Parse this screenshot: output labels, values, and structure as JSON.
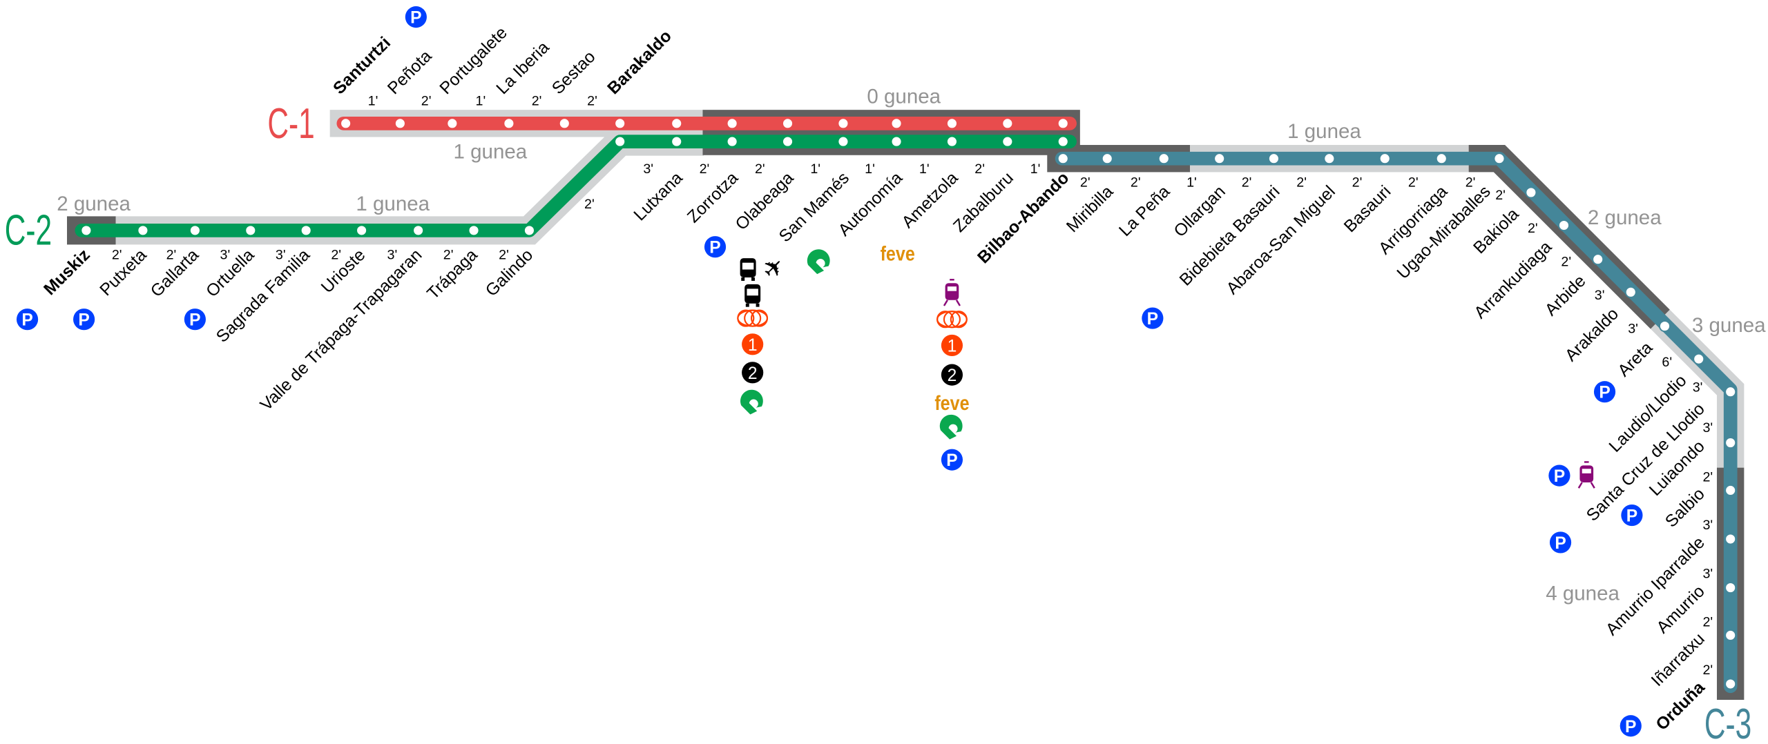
{
  "lines": {
    "c1": {
      "label": "C-1",
      "color": "#e84c4d"
    },
    "c2": {
      "label": "C-2",
      "color": "#009b58"
    },
    "c3": {
      "label": "C-3",
      "color": "#448699"
    }
  },
  "band_colors": {
    "zone_light": "#d1d3d4",
    "zone_dark": "#606060"
  },
  "zones": [
    "0 gunea",
    "1 gunea",
    "2 gunea",
    "1 gunea",
    "1 gunea",
    "2 gunea",
    "3 gunea",
    "4 gunea"
  ],
  "stations": {
    "c1": [
      {
        "name": "Santurtzi",
        "bold": true,
        "icons": [
          "parking"
        ]
      },
      {
        "name": "Peñota",
        "bold": false,
        "icons": []
      },
      {
        "name": "Portugalete",
        "bold": false,
        "icons": []
      },
      {
        "name": "La Iberia",
        "bold": false,
        "icons": []
      },
      {
        "name": "Sestao",
        "bold": false,
        "icons": []
      },
      {
        "name": "Barakaldo",
        "bold": true,
        "icons": []
      }
    ],
    "c2": [
      {
        "name": "Muskiz",
        "bold": true,
        "icons": [
          "parking"
        ]
      },
      {
        "name": "Putxeta",
        "bold": false,
        "icons": [
          "parking"
        ]
      },
      {
        "name": "Gallarta",
        "bold": false,
        "icons": []
      },
      {
        "name": "Ortuella",
        "bold": false,
        "icons": [
          "parking"
        ]
      },
      {
        "name": "Sagrada Familia",
        "bold": false,
        "icons": []
      },
      {
        "name": "Urioste",
        "bold": false,
        "icons": []
      },
      {
        "name": "Valle de Trápaga-Trapagaran",
        "bold": false,
        "icons": []
      },
      {
        "name": "Trápaga",
        "bold": false,
        "icons": []
      },
      {
        "name": "Galindo",
        "bold": false,
        "icons": []
      }
    ],
    "shared": [
      {
        "name": "Lutxana",
        "bold": false,
        "icons": []
      },
      {
        "name": "Zorrotza",
        "bold": false,
        "icons": []
      },
      {
        "name": "Olabeaga",
        "bold": false,
        "icons": [
          "parking"
        ]
      },
      {
        "name": "San Mamés",
        "bold": false,
        "icons": [
          "bus",
          "airport",
          "bus",
          "metro-bilbao",
          "metro-line-1",
          "metro-line-2",
          "euskotren"
        ]
      },
      {
        "name": "Autonomía",
        "bold": false,
        "icons": [
          "euskotren"
        ]
      },
      {
        "name": "Ametzola",
        "bold": false,
        "icons": [
          "feve"
        ]
      },
      {
        "name": "Zabalburu",
        "bold": false,
        "icons": []
      },
      {
        "name": "Bilbao-Abando",
        "bold": true,
        "icons": [
          "renfe-train",
          "metro-bilbao",
          "metro-line-1",
          "metro-line-2",
          "feve",
          "euskotren",
          "parking"
        ]
      }
    ],
    "c3": [
      {
        "name": "Miribilla",
        "bold": false,
        "icons": []
      },
      {
        "name": "La Peña",
        "bold": false,
        "icons": []
      },
      {
        "name": "Ollargan",
        "bold": false,
        "icons": []
      },
      {
        "name": "Bidebieta Basauri",
        "bold": false,
        "icons": [
          "parking"
        ]
      },
      {
        "name": "Abaroa-San Miguel",
        "bold": false,
        "icons": []
      },
      {
        "name": "Basauri",
        "bold": false,
        "icons": []
      },
      {
        "name": "Arrigorriaga",
        "bold": false,
        "icons": []
      },
      {
        "name": "Ugao-Miraballes",
        "bold": false,
        "icons": []
      },
      {
        "name": "Bakiola",
        "bold": false,
        "icons": []
      },
      {
        "name": "Arrankudiaga",
        "bold": false,
        "icons": []
      },
      {
        "name": "Arbide",
        "bold": false,
        "icons": []
      },
      {
        "name": "Arakaldo",
        "bold": false,
        "icons": []
      },
      {
        "name": "Areta",
        "bold": false,
        "icons": [
          "parking"
        ]
      },
      {
        "name": "Laudio/Llodio",
        "bold": false,
        "icons": [
          "parking",
          "renfe-train"
        ]
      },
      {
        "name": "Santa Cruz de Llodio",
        "bold": false,
        "icons": [
          "parking"
        ]
      },
      {
        "name": "Luiaondo",
        "bold": false,
        "icons": [
          "parking"
        ]
      },
      {
        "name": "Salbio",
        "bold": false,
        "icons": []
      },
      {
        "name": "Amurrio Iparralde",
        "bold": false,
        "icons": []
      },
      {
        "name": "Amurrio",
        "bold": false,
        "icons": []
      },
      {
        "name": "Iñarratxu",
        "bold": false,
        "icons": []
      },
      {
        "name": "Orduña",
        "bold": true,
        "icons": [
          "parking"
        ]
      }
    ]
  },
  "times": {
    "c1": [
      "1'",
      "2'",
      "1'",
      "2'",
      "2'"
    ],
    "c2": [
      "2'",
      "2'",
      "3'",
      "3'",
      "2'",
      "3'",
      "2'",
      "2'"
    ],
    "c2_diagonal": "2'",
    "shared": [
      "3'",
      "2'",
      "2'",
      "1'",
      "1'",
      "1'",
      "2'",
      "1'"
    ],
    "c3_horizontal": [
      "2'",
      "2'",
      "1'",
      "2'",
      "2'",
      "2'",
      "2'",
      "2'"
    ],
    "c3_south": [
      "2'",
      "2'",
      "2'",
      "3'",
      "3'",
      "6'",
      "3'",
      "3'",
      "2'",
      "3'",
      "3'",
      "2'",
      "2'"
    ]
  },
  "icons": {
    "parking": {
      "text": "P",
      "color": "#0040ff"
    },
    "metro-line-1": {
      "text": "1",
      "color": "#ff4000"
    },
    "metro-line-2": {
      "text": "2",
      "color": "#000000"
    },
    "metro-bilbao": {
      "color": "#ff4000"
    },
    "feve": {
      "text": "feve",
      "color": "#e0900a"
    },
    "euskotren": {
      "color": "#0aa84f"
    },
    "renfe-train": {
      "color": "#8a0a78"
    },
    "bus": {
      "color": "#000000"
    },
    "airport": {
      "color": "#000000"
    }
  }
}
